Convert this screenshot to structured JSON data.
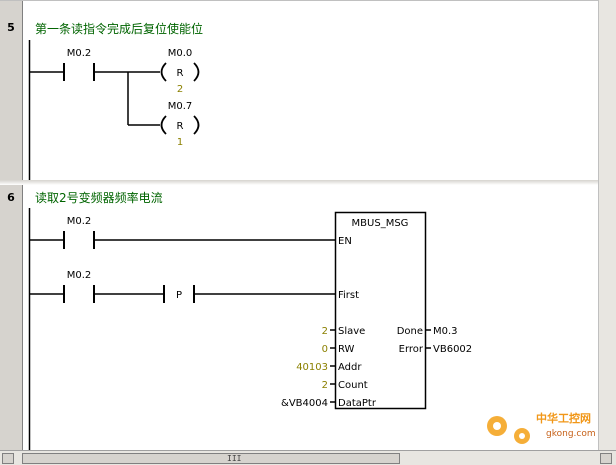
{
  "networks": [
    {
      "number": "5",
      "comment": "第一条读指令完成后复位使能位",
      "contact": "M0.2",
      "coils": [
        {
          "address": "M0.0",
          "symbol": "R",
          "count": "2"
        },
        {
          "address": "M0.7",
          "symbol": "R",
          "count": "1"
        }
      ]
    },
    {
      "number": "6",
      "comment": "读取2号变频器频率电流",
      "contact1": "M0.2",
      "contact2": "M0.2",
      "pulse": "P",
      "block": {
        "title": "MBUS_MSG",
        "inputs": [
          {
            "pin": "EN",
            "value": ""
          },
          {
            "pin": "First",
            "value": ""
          },
          {
            "pin": "Slave",
            "value": "2"
          },
          {
            "pin": "RW",
            "value": "0"
          },
          {
            "pin": "Addr",
            "value": "40103"
          },
          {
            "pin": "Count",
            "value": "2"
          },
          {
            "pin": "DataPtr",
            "value": "&VB4004"
          }
        ],
        "outputs": [
          {
            "pin": "Done",
            "value": "M0.3"
          },
          {
            "pin": "Error",
            "value": "VB6002"
          }
        ]
      }
    }
  ],
  "watermark": {
    "brand": "中华工控网",
    "site": "gkong.com"
  },
  "scrollbar": {
    "grip": "III"
  },
  "colors": {
    "comment": "#006400",
    "value": "#8b8000",
    "wire": "#000000",
    "rail": "#d6d3ce"
  }
}
